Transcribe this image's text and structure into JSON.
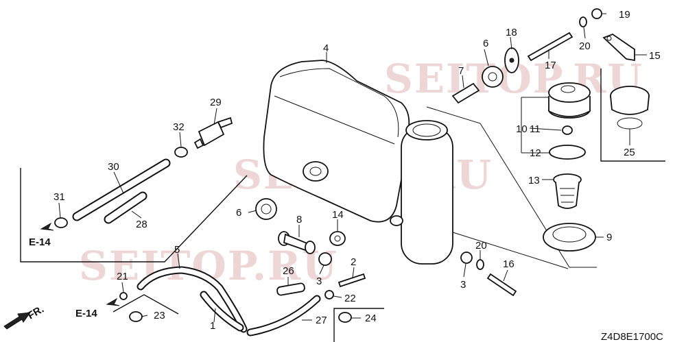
{
  "watermark": [
    "SEITOP.RU",
    "SEITOP.RU",
    "SEITOP.RU"
  ],
  "labels": {
    "p1": "1",
    "p2": "2",
    "p3a": "3",
    "p3b": "3",
    "p4": "4",
    "p5": "5",
    "p6a": "6",
    "p6b": "6",
    "p7": "7",
    "p8": "8",
    "p9": "9",
    "p10": "10",
    "p11": "11",
    "p12": "12",
    "p13": "13",
    "p14": "14",
    "p15": "15",
    "p16": "16",
    "p17": "17",
    "p18": "18",
    "p19": "19",
    "p20a": "20",
    "p20b": "20",
    "p21": "21",
    "p22": "22",
    "p23": "23",
    "p24": "24",
    "p25": "25",
    "p26": "26",
    "p27": "27",
    "p28": "28",
    "p29": "29",
    "p30": "30",
    "p31": "31",
    "p32": "32"
  },
  "refs": {
    "e14_top": "E-14",
    "e14_bottom": "E-14",
    "fr": "FR."
  },
  "footer_code": "Z4D8E1700C"
}
